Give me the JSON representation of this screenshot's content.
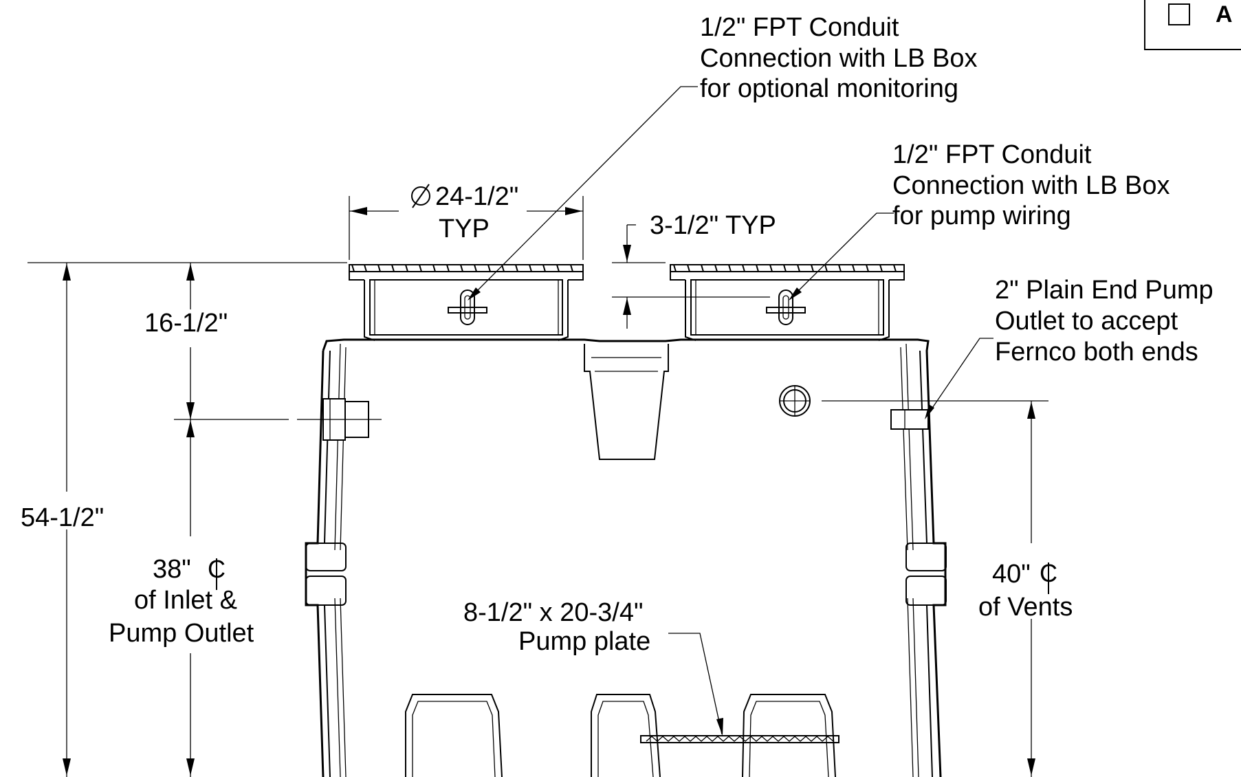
{
  "title_block": {
    "checkbox_letter": "A"
  },
  "labels": {
    "monitoring_conduit": [
      "1/2\" FPT Conduit",
      "Connection with LB Box",
      "for optional monitoring"
    ],
    "pump_wiring_conduit": [
      "1/2\" FPT Conduit",
      "Connection with LB Box",
      "for pump wiring"
    ],
    "pump_outlet": [
      "2\" Plain End Pump",
      "Outlet to accept",
      "Fernco both ends"
    ],
    "riser_diameter": [
      "24-1/2\"",
      "TYP"
    ],
    "riser_gap": "3-1/2\" TYP",
    "riser_height": "16-1/2\"",
    "overall_height": "54-1/2\"",
    "inlet_height": [
      "38\"",
      "of Inlet &",
      "Pump Outlet"
    ],
    "vent_height": [
      "40\"",
      "of Vents"
    ],
    "pump_plate": [
      "8-1/2\" x 20-3/4\"",
      "Pump plate"
    ]
  },
  "symbols": {
    "diameter": "diameter-symbol",
    "centerline": "centerline-symbol"
  }
}
